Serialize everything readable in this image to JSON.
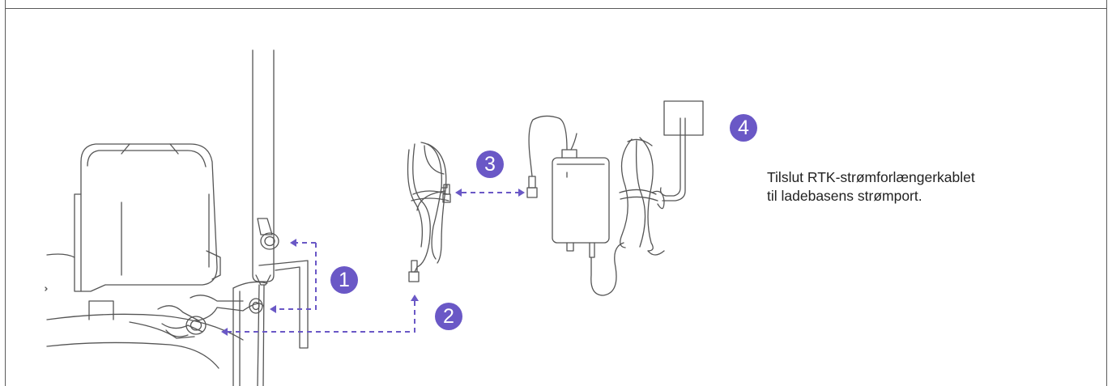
{
  "steps": [
    {
      "number": "1"
    },
    {
      "number": "2"
    },
    {
      "number": "3"
    },
    {
      "number": "4"
    }
  ],
  "caption": {
    "line1": "Tilslut RTK-strømforlængerkablet",
    "line2": "til ladebasens strømport."
  },
  "colors": {
    "accent": "#6a58c6",
    "line_art": "#555555"
  },
  "icons": [
    "charging-station",
    "rtk-antenna-pole",
    "extension-cable-coil",
    "power-adapter",
    "wall-outlet"
  ]
}
